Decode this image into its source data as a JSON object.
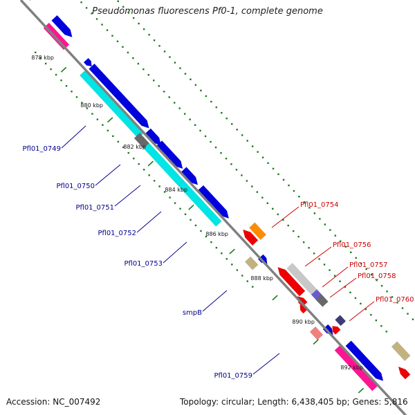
{
  "title": "Pseudomonas fluorescens Pf0-1, complete genome",
  "accession": "Accession: NC_007492",
  "topology": "Topology: circular; Length: 6,438,405 bp; Genes: 5,816",
  "colors": {
    "backbone": "#808080",
    "tick": "#1a7a1a",
    "forward_label": "#00008b",
    "reverse_label": "#cc0000",
    "blue": "#0000dd",
    "cyan": "#00e5e5",
    "magenta": "#ff1493",
    "red": "#ee0000",
    "orange": "#ff8c00",
    "gray": "#686868",
    "lightgray": "#c8c8c8",
    "khaki": "#c2b280",
    "purple": "#6a5acd",
    "darkslate": "#3c3c78",
    "salmon": "#f08080"
  },
  "position_labels": [
    "878 kbp",
    "880 kbp",
    "882 kbp",
    "884 kbp",
    "886 kbp",
    "888 kbp",
    "890 kbp",
    "892 kbp"
  ],
  "gene_labels": [
    {
      "text": "Pfl01_0749",
      "strand": "forward"
    },
    {
      "text": "Pfl01_0750",
      "strand": "forward"
    },
    {
      "text": "Pfl01_0751",
      "strand": "forward"
    },
    {
      "text": "Pfl01_0752",
      "strand": "forward"
    },
    {
      "text": "Pfl01_0753",
      "strand": "forward"
    },
    {
      "text": "smpB",
      "strand": "forward"
    },
    {
      "text": "Pfl01_0759",
      "strand": "forward"
    },
    {
      "text": "Pfl01_0754",
      "strand": "reverse"
    },
    {
      "text": "Pfl01_0756",
      "strand": "reverse"
    },
    {
      "text": "Pfl01_0757",
      "strand": "reverse"
    },
    {
      "text": "Pfl01_0758",
      "strand": "reverse"
    },
    {
      "text": "Pfl01_0760",
      "strand": "reverse"
    }
  ]
}
